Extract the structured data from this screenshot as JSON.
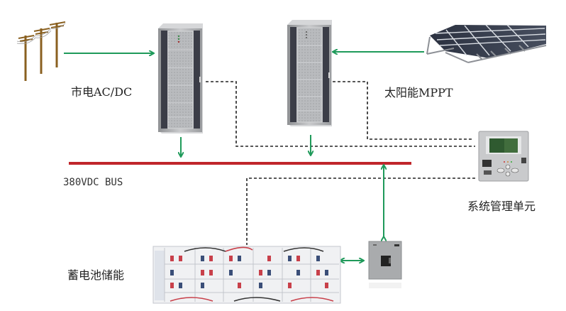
{
  "diagram": {
    "labels": {
      "grid": "市电AC/DC",
      "solar": "太阳能MPPT",
      "bus": "380VDC BUS",
      "management": "系统管理单元",
      "battery": "蓄电池储能"
    },
    "colors": {
      "flow_arrow": "#1f9a5a",
      "bus_line": "#c0262b",
      "signal_line": "#222222",
      "cabinet": "#a9abad",
      "cabinet_side": "#3b3d47"
    },
    "nodes": [
      {
        "id": "utility-poles",
        "icon": "power-pole-icon"
      },
      {
        "id": "rectifier-cabinet",
        "icon": "cabinet-icon"
      },
      {
        "id": "mppt-cabinet",
        "icon": "cabinet-icon"
      },
      {
        "id": "solar-array",
        "icon": "solar-panel-icon"
      },
      {
        "id": "management-unit",
        "icon": "controller-icon"
      },
      {
        "id": "battery-bank",
        "icon": "battery-rack-icon"
      },
      {
        "id": "battery-converter",
        "icon": "converter-box-icon"
      }
    ]
  }
}
